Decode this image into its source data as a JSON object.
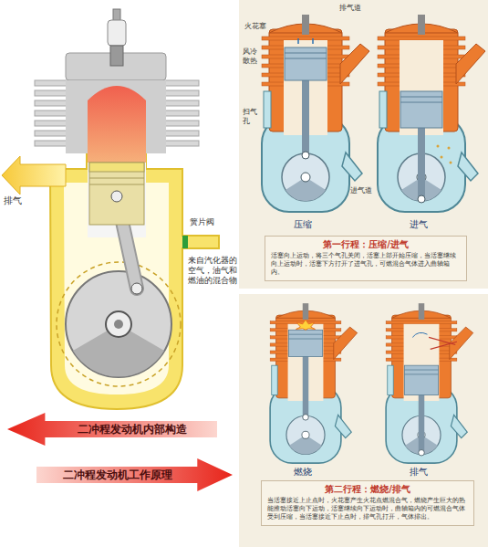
{
  "diagram": {
    "nodes": [
      {
        "text": [
          "二冲程发动机内部构造"
        ]
      },
      {
        "text": [
          "二冲程发动机工作原理"
        ]
      },
      {
        "text": [
          "第一行程：压缩/进气",
          "活塞向上运动，将三个气孔关闭，活塞上部开始压缩，当活塞继续向上运动时，活塞下方打开了进气孔，可燃混合气体进入曲轴箱内。"
        ]
      },
      {
        "text": [
          "第二行程：燃烧/排气",
          "当活塞接近上止点时，火花塞产生火花点燃混合气，燃烧产生巨大的热能推动活塞向下运动，活塞继续向下运动时，曲轴箱内的可燃混合气体受到压缩，当活塞接近下止点时，排气孔打开，气体排出。"
        ]
      }
    ],
    "labels": [
      "排气",
      "簧片阀",
      "来自汽化器的空气，油气和燃油的混合物",
      "火花塞",
      "排气道",
      "风冷散热",
      "扫气孔",
      "进气道",
      "压缩",
      "进气",
      "燃烧",
      "排气"
    ]
  }
}
